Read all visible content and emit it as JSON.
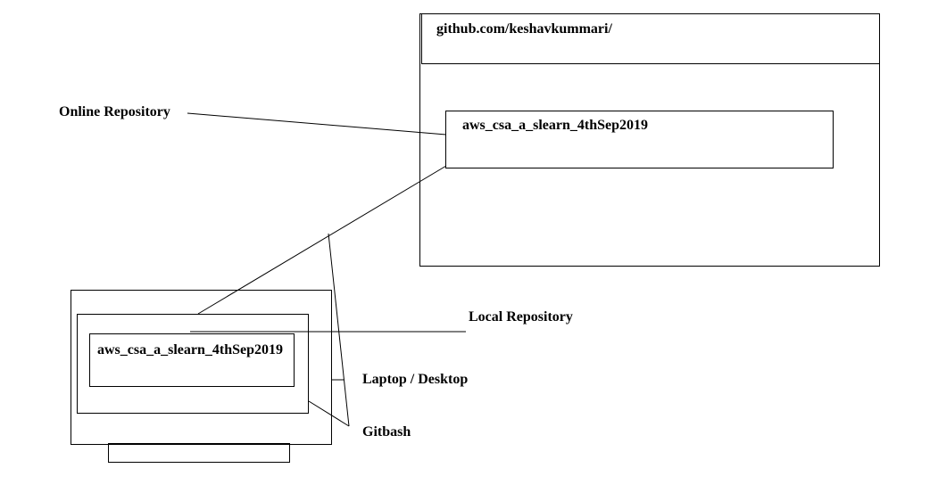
{
  "github_box": {
    "url": "github.com/keshavkummari/",
    "repo_name": "aws_csa_a_slearn_4thSep2019"
  },
  "local_box": {
    "repo_name": "aws_csa_a_slearn_4thSep2019"
  },
  "labels": {
    "online_repository": "Online Repository",
    "local_repository": "Local Repository",
    "laptop_desktop": "Laptop / Desktop",
    "gitbash": "Gitbash"
  },
  "colors": {
    "stroke": "#000000",
    "background": "#ffffff"
  }
}
